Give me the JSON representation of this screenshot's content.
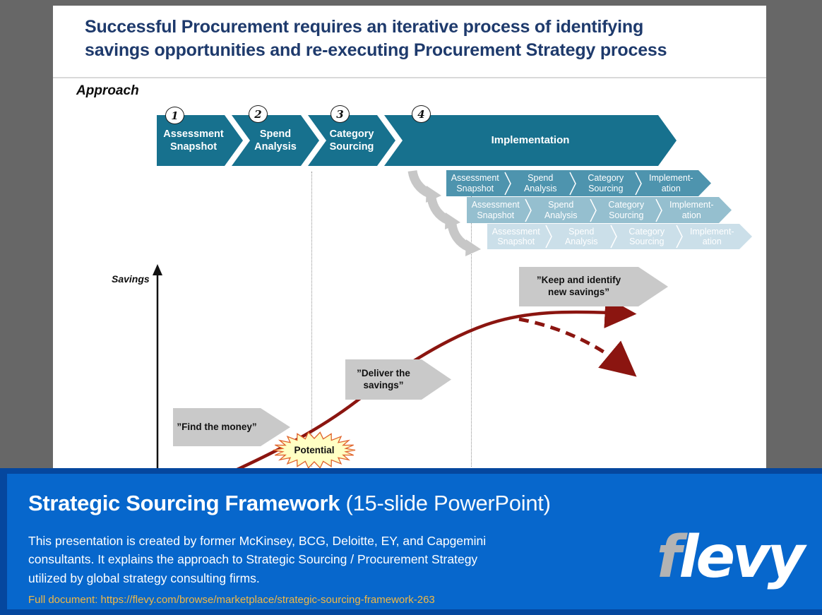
{
  "slide": {
    "title": {
      "line1": "Successful Procurement requires an iterative process of identifying",
      "line2": "savings opportunities and re-executing Procurement Strategy process",
      "color": "#1e3a6c"
    },
    "section_label": "Approach",
    "process_color": "#17718e",
    "process_steps": [
      {
        "number": "1",
        "line1": "Assessment",
        "line2": "Snapshot"
      },
      {
        "number": "2",
        "line1": "Spend",
        "line2": "Analysis"
      },
      {
        "number": "3",
        "line1": "Category",
        "line2": "Sourcing"
      },
      {
        "number": "4",
        "line1": "Implementation",
        "line2": ""
      }
    ],
    "iteration_rows": [
      {
        "color": "#4e94ae"
      },
      {
        "color": "#95bfcf"
      },
      {
        "color": "#cbdfe9"
      }
    ],
    "iteration_segments": [
      {
        "line1": "Assessment",
        "line2": "Snapshot"
      },
      {
        "line1": "Spend",
        "line2": "Analysis"
      },
      {
        "line1": "Category",
        "line2": "Sourcing"
      },
      {
        "line1": "Implement-",
        "line2": "ation"
      }
    ],
    "chart": {
      "axis_label": "Savings",
      "curve_color": "#8b1510",
      "callout_find": {
        "line1": "”Find the money”",
        "line2": ""
      },
      "callout_deliver": {
        "line1": "”Deliver the",
        "line2": "savings”"
      },
      "callout_keep": {
        "line1": "”Keep and identify",
        "line2": "new savings”"
      },
      "burst_label": "Potential"
    }
  },
  "banner": {
    "title_bold": "Strategic Sourcing Framework",
    "title_light": " (15-slide PowerPoint)",
    "description_lines": [
      "This presentation is created by former McKinsey, BCG, Deloitte, EY, and Capgemini",
      "consultants. It explains the approach to Strategic Sourcing / Procurement Strategy",
      "utilized by global strategy consulting firms."
    ],
    "link_text": "Full document: https://flevy.com/browse/marketplace/strategic-sourcing-framework-263",
    "link_color": "#f1b844",
    "background": "#0767cc",
    "border_color": "#05479e",
    "logo_f": "f",
    "logo_rest": "levy"
  }
}
